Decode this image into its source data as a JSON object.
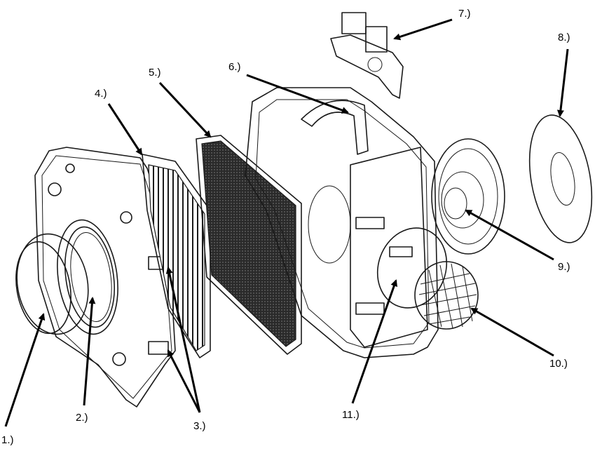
{
  "callouts": [
    {
      "id": "1",
      "label": "1.)"
    },
    {
      "id": "2",
      "label": "2.)"
    },
    {
      "id": "3",
      "label": "3.)"
    },
    {
      "id": "4",
      "label": "4.)"
    },
    {
      "id": "5",
      "label": "5.)"
    },
    {
      "id": "6",
      "label": "6.)"
    },
    {
      "id": "7",
      "label": "7.)"
    },
    {
      "id": "8",
      "label": "8.)"
    },
    {
      "id": "9",
      "label": "9.)"
    },
    {
      "id": "10",
      "label": "10.)"
    },
    {
      "id": "11",
      "label": "11.)"
    }
  ],
  "colors": {
    "line": "#1a1a1a",
    "arrow": "#000000",
    "filter_dark": "#1e1e1e",
    "background": "#ffffff"
  }
}
